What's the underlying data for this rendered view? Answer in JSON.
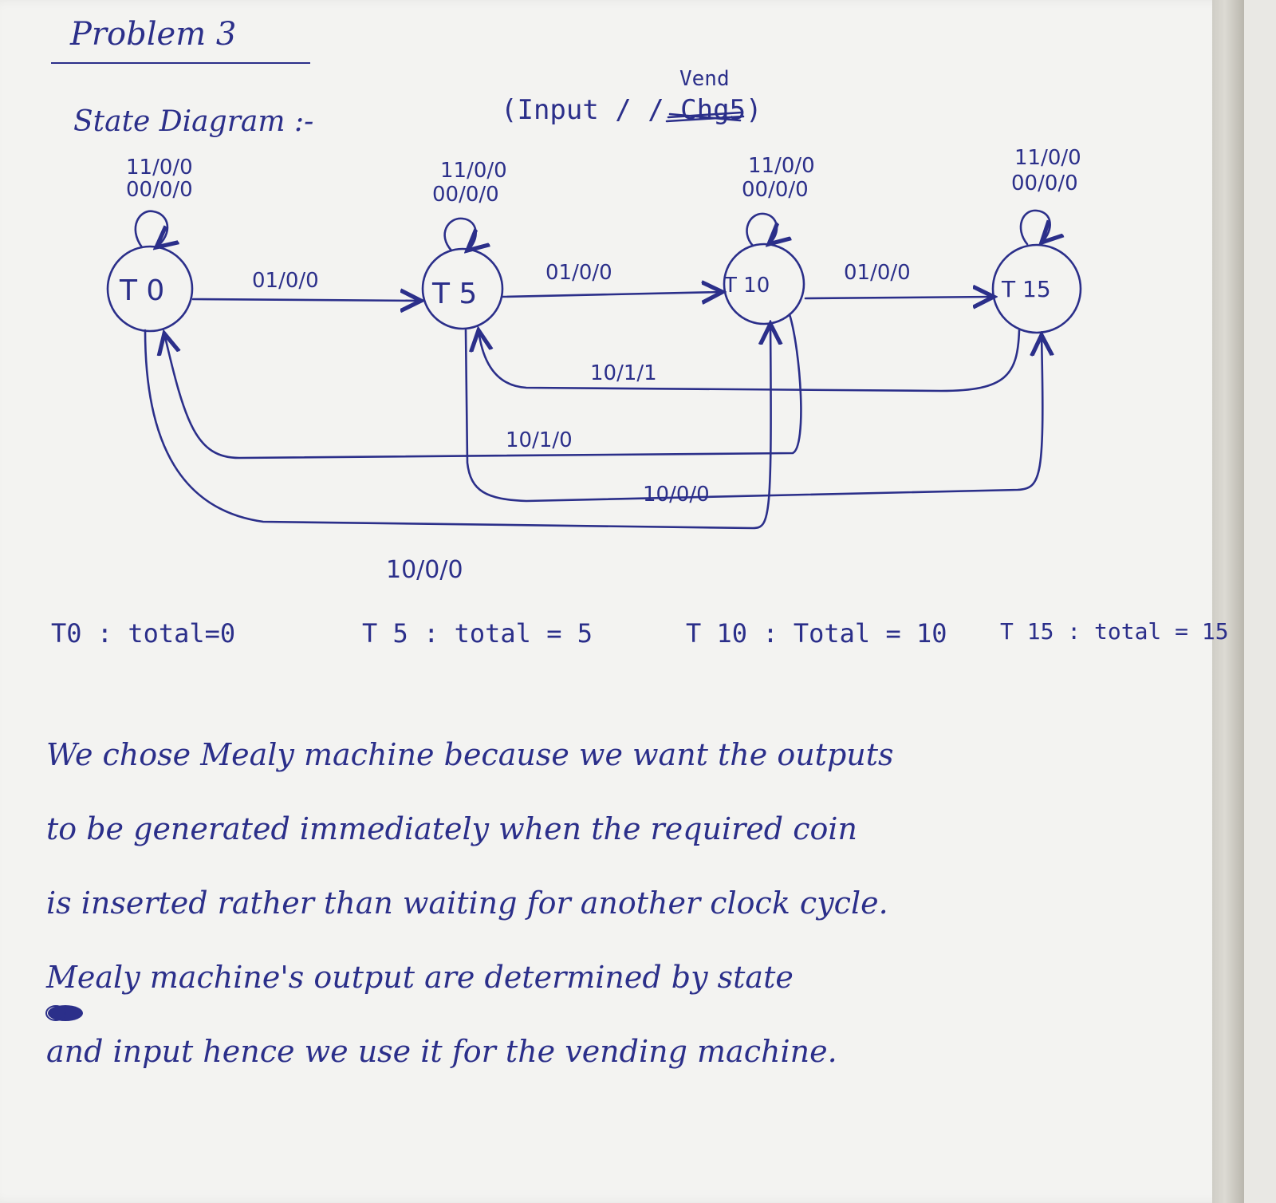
{
  "heading": {
    "title": "Problem 3",
    "subtitle": "State Diagram :-"
  },
  "legend": {
    "text": "(Input /        / Chg5)",
    "vend_label": "Vend"
  },
  "states": [
    {
      "id": "T0",
      "label": "T 0",
      "self_loop": [
        "11/0/0",
        "00/0/0"
      ]
    },
    {
      "id": "T5",
      "label": "T 5",
      "self_loop": [
        "11/0/0",
        "00/0/0"
      ]
    },
    {
      "id": "T10",
      "label": "T 10",
      "self_loop": [
        "11/0/0",
        "00/0/0"
      ]
    },
    {
      "id": "T15",
      "label": "T 15",
      "self_loop": [
        "11/0/0",
        "00/0/0"
      ]
    }
  ],
  "transitions": [
    {
      "from": "T0",
      "to": "T5",
      "label": "01/0/0"
    },
    {
      "from": "T5",
      "to": "T10",
      "label": "01/0/0"
    },
    {
      "from": "T10",
      "to": "T15",
      "label": "01/0/0"
    },
    {
      "from": "T15",
      "to": "T5",
      "label": "10/1/1"
    },
    {
      "from": "T10",
      "to": "T0",
      "label": "10/1/0"
    },
    {
      "from": "T5",
      "to": "T15",
      "label": "10/0/0"
    },
    {
      "from": "T0",
      "to": "T10",
      "label": "10/0/0"
    }
  ],
  "state_meanings": [
    {
      "state": "T0",
      "text": "T0 : total=0"
    },
    {
      "state": "T5",
      "text": "T 5 :  total = 5"
    },
    {
      "state": "T10",
      "text": "T 10 :   Total = 10"
    },
    {
      "state": "T15",
      "text": "T 15 : total = 15"
    }
  ],
  "explanation": [
    "We chose  Mealy machine  because  we  want  the  outputs",
    "to  be generated immediately  when the required coin",
    "is  inserted rather  than  waiting  for another clock cycle.",
    "   Mealy  machine's  output  are  determined  by  state",
    "and  input  hence  we  use it  for  the  vending  machine."
  ]
}
